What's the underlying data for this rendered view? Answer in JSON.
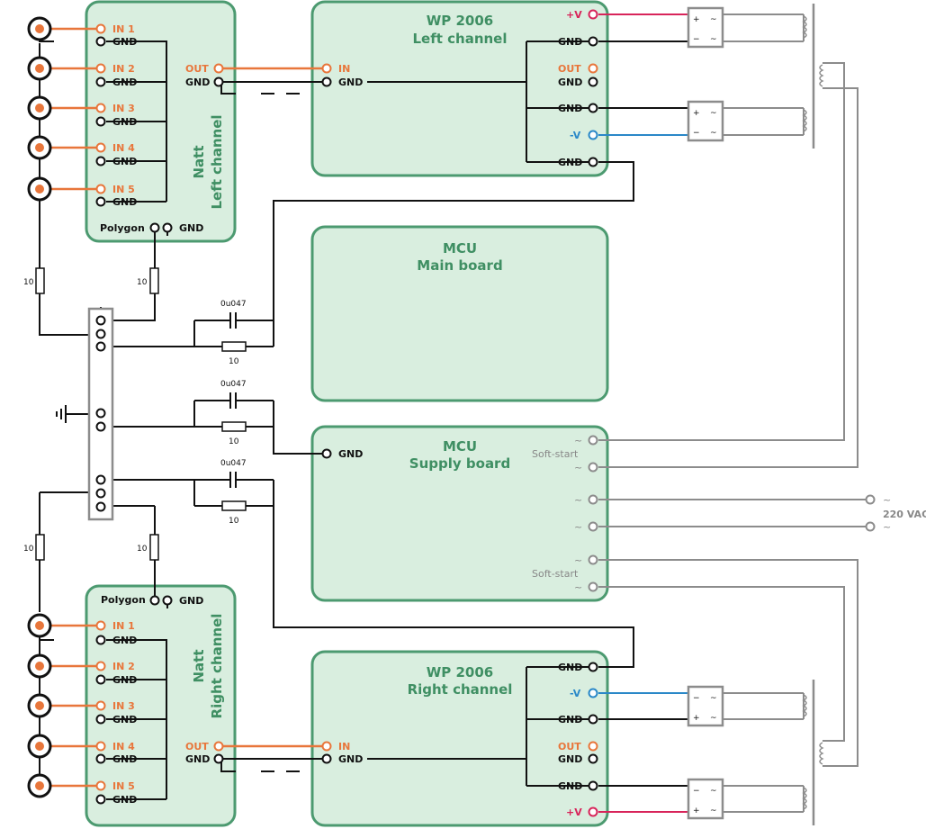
{
  "colors": {
    "box_fill": "#d9eedf",
    "box_stroke": "#4c9a70",
    "title": "#3f8f63",
    "signal": "#e8763b",
    "positive": "#d8245a",
    "negative": "#2a88c8",
    "ground_wire": "#111111",
    "mains_wire": "#8c8c8c"
  },
  "natt_left": {
    "title_line1": "Natt",
    "title_line2": "Left channel",
    "inputs": [
      "IN 1",
      "IN 2",
      "IN 3",
      "IN 4",
      "IN 5"
    ],
    "gnd": "GND",
    "out": "OUT",
    "polygon": "Polygon"
  },
  "natt_right": {
    "title_line1": "Natt",
    "title_line2": "Right channel",
    "inputs": [
      "IN 1",
      "IN 2",
      "IN 3",
      "IN 4",
      "IN 5"
    ],
    "gnd": "GND",
    "out": "OUT",
    "polygon": "Polygon"
  },
  "wp_left": {
    "title_line1": "WP 2006",
    "title_line2": "Left channel",
    "in": "IN",
    "gnd": "GND",
    "out": "OUT",
    "pos": "+V",
    "neg": "-V"
  },
  "wp_right": {
    "title_line1": "WP 2006",
    "title_line2": "Right channel",
    "in": "IN",
    "gnd": "GND",
    "out": "OUT",
    "pos": "+V",
    "neg": "-V"
  },
  "mcu_main": {
    "title_line1": "MCU",
    "title_line2": "Main board"
  },
  "mcu_supply": {
    "title_line1": "MCU",
    "title_line2": "Supply board",
    "gnd": "GND",
    "soft_start": "Soft-start",
    "tilde": "~"
  },
  "mains": {
    "label": "220 VAC",
    "tilde": "~"
  },
  "components": {
    "resistor": "10",
    "capacitor": "0u047"
  },
  "bridge": {
    "plus": "+",
    "minus": "−",
    "tilde": "~"
  }
}
